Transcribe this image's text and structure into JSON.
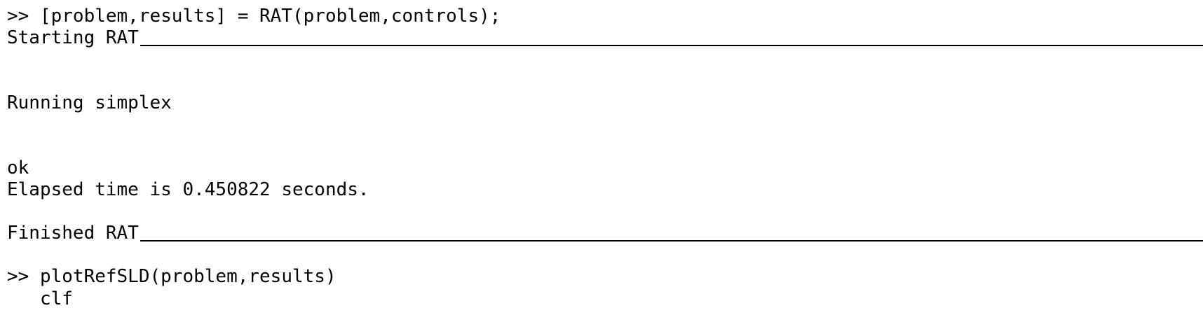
{
  "console": {
    "lines": {
      "cmd_rat": ">> [problem,results] = RAT(problem,controls);",
      "starting": "Starting RAT",
      "running": "Running simplex",
      "ok": "ok",
      "elapsed": "Elapsed time is 0.450822 seconds.",
      "finished": "Finished RAT",
      "cmd_plot": ">> plotRefSLD(problem,results)",
      "partial": "   clf"
    }
  }
}
